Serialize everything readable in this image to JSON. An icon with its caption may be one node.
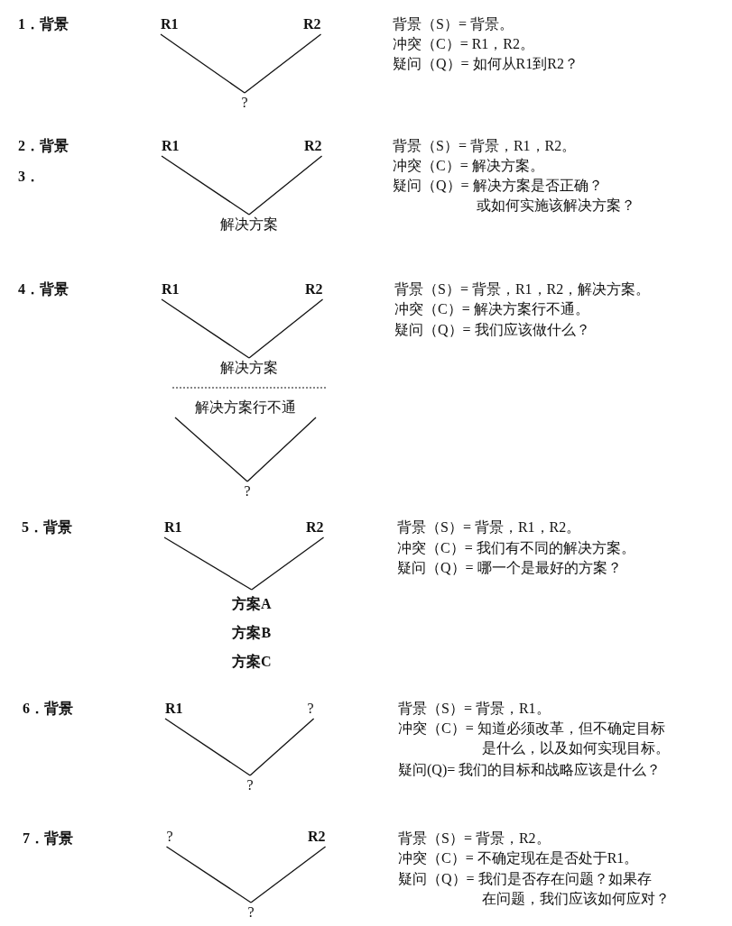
{
  "diagram": {
    "nodes": [
      {
        "text": [
          "R1"
        ]
      },
      {
        "text": [
          "R2"
        ]
      },
      {
        "text": [
          "?"
        ]
      },
      {
        "text": [
          "R1"
        ]
      },
      {
        "text": [
          "R2"
        ]
      },
      {
        "text": [
          "解决方案"
        ]
      },
      {
        "text": [
          "R1"
        ]
      },
      {
        "text": [
          "R2"
        ]
      },
      {
        "text": [
          "解决方案"
        ]
      },
      {
        "text": [
          "解决方案行不通"
        ]
      },
      {
        "text": [
          "?"
        ]
      },
      {
        "text": [
          "R1"
        ]
      },
      {
        "text": [
          "R2"
        ]
      },
      {
        "text": [
          "方案A",
          "方案B",
          "方案C"
        ]
      },
      {
        "text": [
          "R1"
        ]
      },
      {
        "text": [
          "?"
        ]
      },
      {
        "text": [
          "?"
        ]
      },
      {
        "text": [
          "?"
        ]
      },
      {
        "text": [
          "R2"
        ]
      },
      {
        "text": [
          "?"
        ]
      }
    ],
    "edges": [
      {
        "from": 0,
        "to": 2,
        "arrow": "none"
      },
      {
        "from": 1,
        "to": 2,
        "arrow": "none"
      },
      {
        "from": 3,
        "to": 5,
        "arrow": "none"
      },
      {
        "from": 4,
        "to": 5,
        "arrow": "none"
      },
      {
        "from": 6,
        "to": 8,
        "arrow": "none"
      },
      {
        "from": 7,
        "to": 8,
        "arrow": "none"
      },
      {
        "from": 9,
        "to": 10,
        "arrow": "none"
      },
      {
        "from": 9,
        "to": 10,
        "arrow": "none"
      },
      {
        "from": 11,
        "to": 13,
        "arrow": "none"
      },
      {
        "from": 12,
        "to": 13,
        "arrow": "none"
      },
      {
        "from": 14,
        "to": 16,
        "arrow": "none"
      },
      {
        "from": 15,
        "to": 16,
        "arrow": "none"
      },
      {
        "from": 17,
        "to": 19,
        "arrow": "none"
      },
      {
        "from": 18,
        "to": 19,
        "arrow": "none"
      }
    ],
    "labels": [
      "1．背景",
      "背景（S）= 背景。",
      "冲突（C）= R1，R2。",
      "疑问（Q）= 如何从R1到R2？",
      "2．背景",
      "3．",
      "背景（S）= 背景，R1，R2。",
      "冲突（C）= 解决方案。",
      "疑问（Q）= 解决方案是否正确？或如何实施该解决方案？",
      "4．背景",
      "背景（S）= 背景，R1，R2，解决方案。",
      "冲突（C）= 解决方案行不通。",
      "疑问（Q）= 我们应该做什么？",
      "5．背景",
      "背景（S）= 背景，R1，R2。",
      "冲突（C）= 我们有不同的解决方案。",
      "疑问（Q）= 哪一个是最好的方案？",
      "6．背景",
      "背景（S）= 背景，R1。",
      "冲突（C）= 知道必须改革，但不确定目标是什么，以及如何实现目标。",
      "疑问(Q)= 我们的目标和战略应该是什么？",
      "7．背景",
      "背景（S）= 背景，R2。",
      "冲突（C）= 不确定现在是否处于R1。",
      "疑问（Q）= 我们是否存在问题？如果存在问题，我们应该如何应对？"
    ]
  }
}
